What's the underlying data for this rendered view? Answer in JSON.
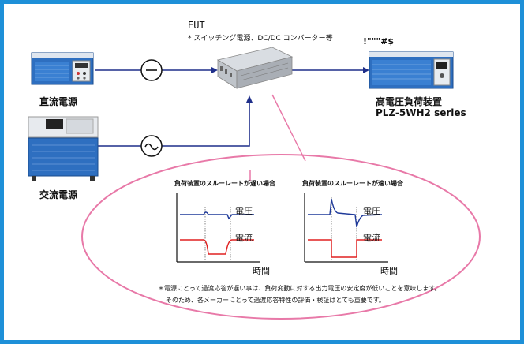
{
  "eut": {
    "title": "EUT",
    "note": "* スイッチング電源、DC/DC コンバーター等"
  },
  "devices": {
    "dc_source_label": "直流電源",
    "ac_source_label": "交流電源",
    "load_code": "!\"\"\"#$",
    "load_label_line1": "高電圧負荷装置",
    "load_label_line2": "PLZ-5WH2 series"
  },
  "symbols": {
    "dc": "−",
    "ac": "~"
  },
  "charts": {
    "slow": {
      "title": "負荷装置のスルーレートが遅い場合",
      "voltage_label": "電圧",
      "current_label": "電流",
      "time_label": "時間"
    },
    "fast": {
      "title": "負荷装置のスルーレートが速い場合",
      "voltage_label": "電圧",
      "current_label": "電流",
      "time_label": "時間"
    }
  },
  "footnote": {
    "line1": "＊電源にとって過渡応答が遅い事は、負荷変動に対する出力電圧の安定度が低いことを意味します。",
    "line2": "そのため、各メーカーにとって過渡応答特性の評価・検証はとても重要です。"
  },
  "colors": {
    "frame": "#1e90d8",
    "wire": "#1f2f8a",
    "pink": "#e879a8",
    "voltage": "#1f3a9a",
    "current": "#e02020",
    "device_blue": "#2e6fc0"
  }
}
